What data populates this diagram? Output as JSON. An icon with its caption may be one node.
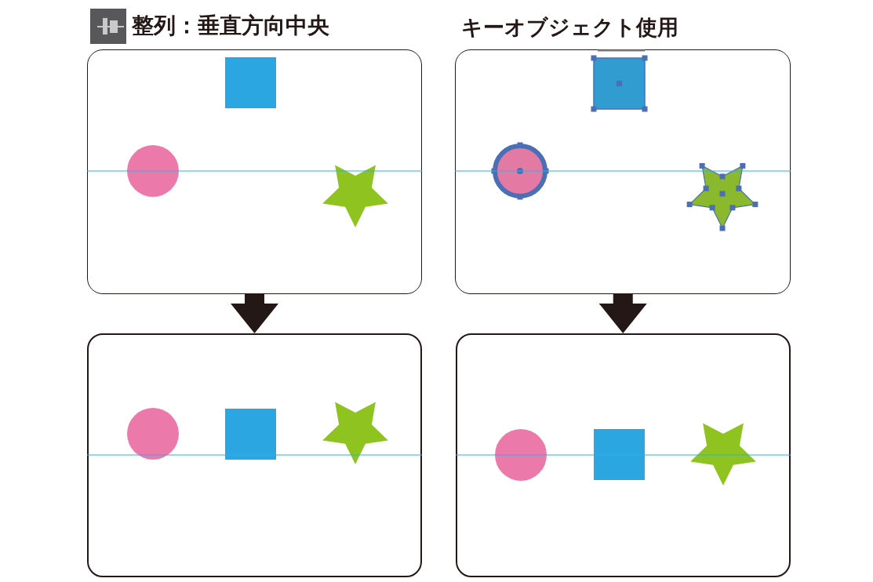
{
  "diagram": {
    "nodes": [
      {
        "text": [],
        "shape": "box",
        "beside": [
          "整列：垂直方向中央"
        ]
      },
      {
        "text": [],
        "shape": "box",
        "in": 0
      },
      {
        "text": [],
        "shape": "circle",
        "in": 0
      },
      {
        "text": [],
        "shape": "star",
        "in": 0
      },
      {
        "text": [],
        "shape": "box",
        "beside": [
          "キーオブジェクト使用"
        ]
      },
      {
        "text": [],
        "shape": "box",
        "in": 4
      },
      {
        "text": [],
        "shape": "circle",
        "in": 4
      },
      {
        "text": [],
        "shape": "star",
        "in": 4
      },
      {
        "text": [],
        "shape": "box"
      },
      {
        "text": [],
        "shape": "circle",
        "in": 8
      },
      {
        "text": [],
        "shape": "box",
        "in": 8
      },
      {
        "text": [],
        "shape": "star",
        "in": 8
      },
      {
        "text": [],
        "shape": "box"
      },
      {
        "text": [],
        "shape": "circle",
        "in": 12
      },
      {
        "text": [],
        "shape": "box",
        "in": 12
      },
      {
        "text": [],
        "shape": "star",
        "in": 12
      }
    ],
    "edges": [
      {
        "from": 0,
        "to": 8,
        "arrow": "to"
      },
      {
        "from": 4,
        "to": 12,
        "arrow": "to"
      }
    ]
  }
}
